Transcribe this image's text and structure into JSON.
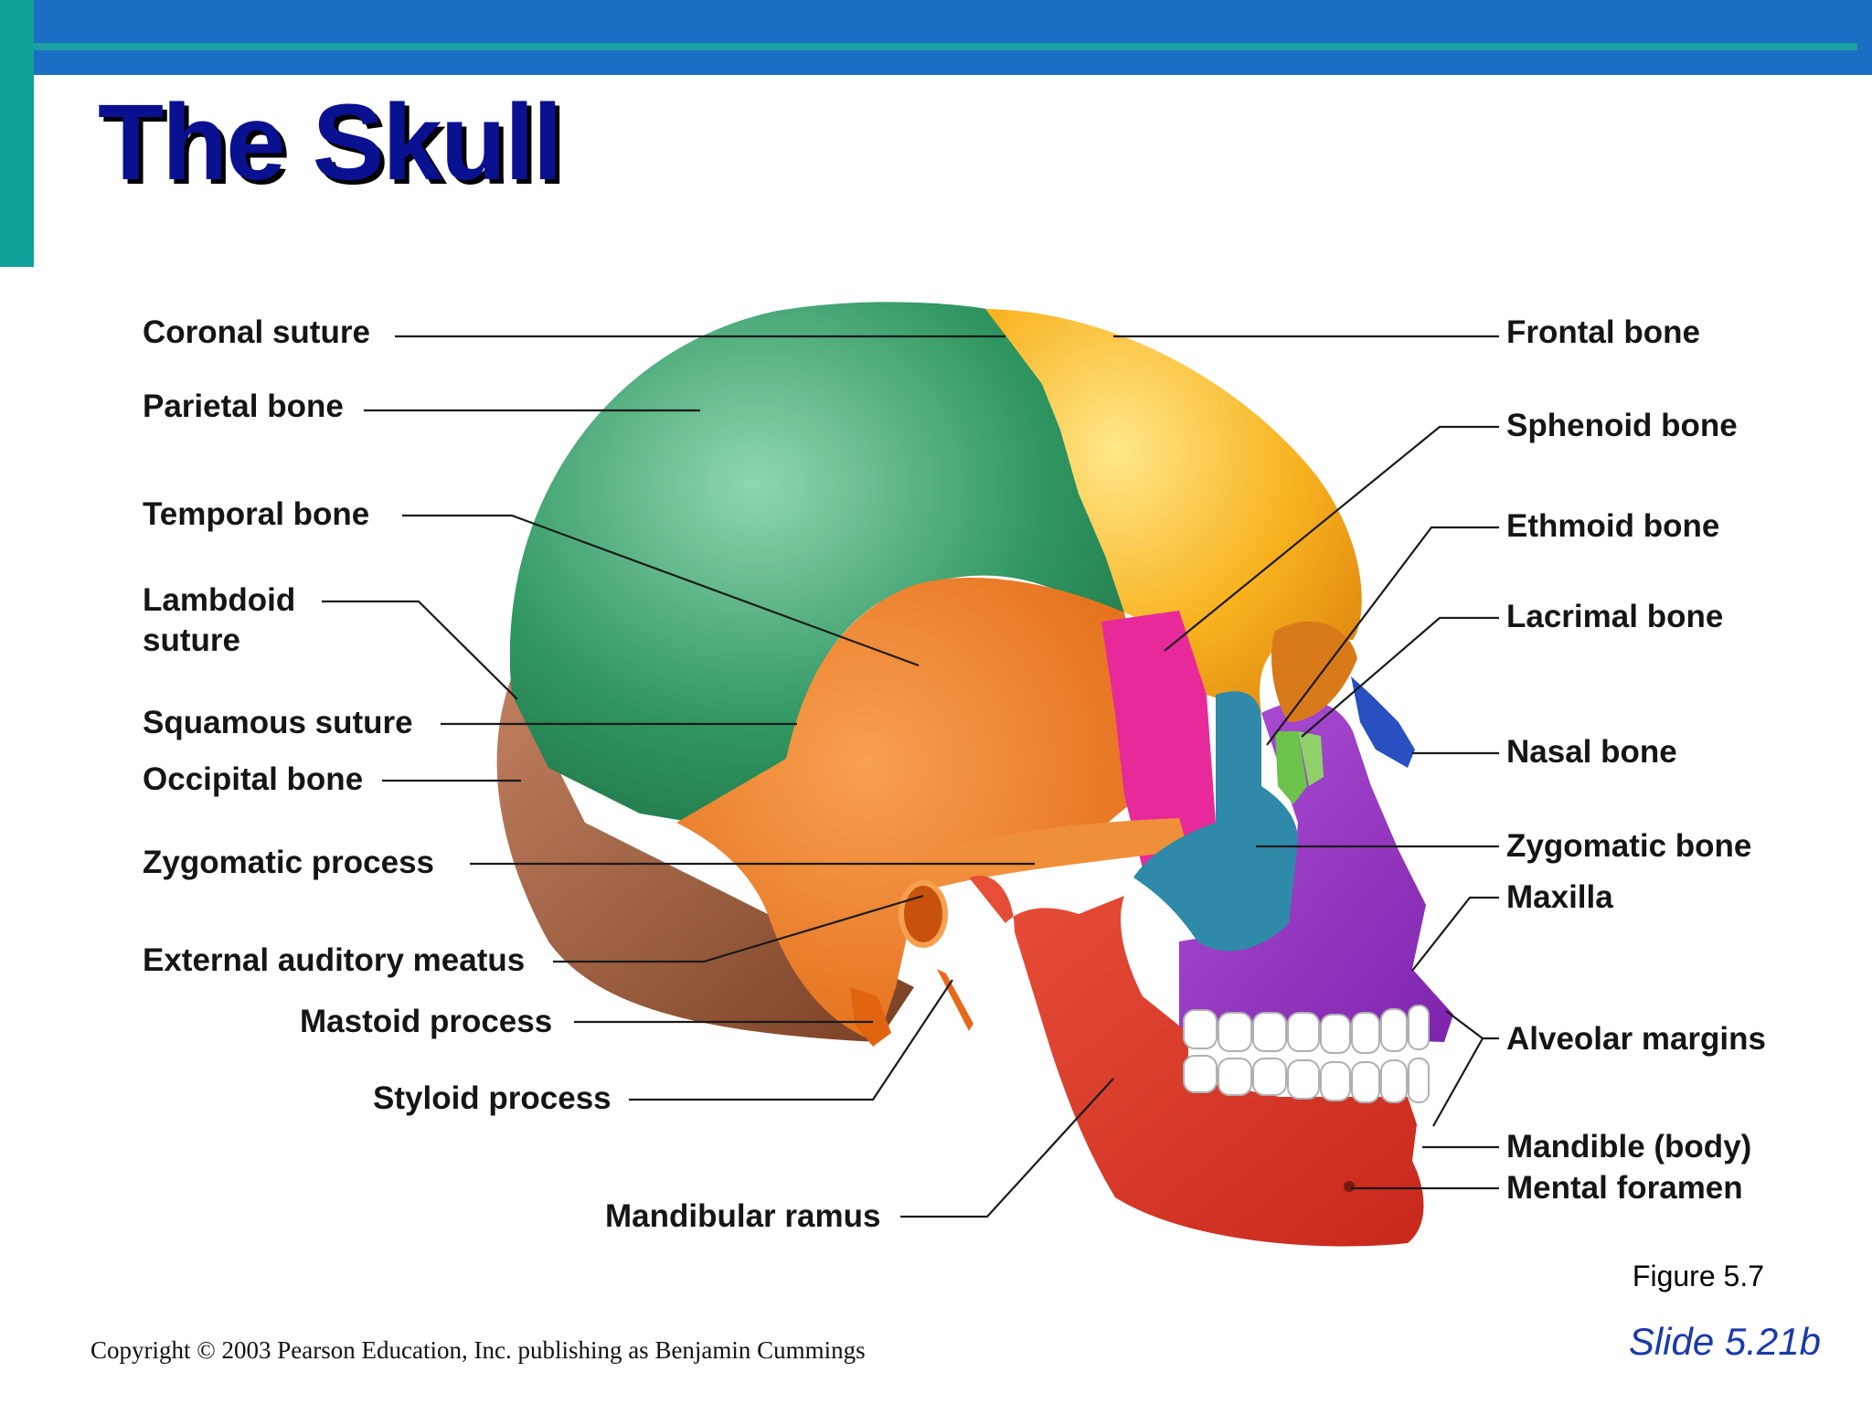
{
  "slide": {
    "title": "The Skull",
    "figure": "Figure 5.7",
    "copyright": "Copyright © 2003 Pearson Education, Inc. publishing as Benjamin Cummings",
    "slide_number": "Slide 5.21b"
  },
  "labels_left": {
    "coronal_suture": "Coronal suture",
    "parietal_bone": "Parietal bone",
    "temporal_bone": "Temporal bone",
    "lambdoid_line1": "Lambdoid",
    "lambdoid_line2": "suture",
    "squamous_suture": "Squamous suture",
    "occipital_bone": "Occipital bone",
    "zygomatic_process": "Zygomatic process",
    "external_auditory_meatus": "External auditory meatus",
    "mastoid_process": "Mastoid process",
    "styloid_process": "Styloid process",
    "mandibular_ramus": "Mandibular ramus"
  },
  "labels_right": {
    "frontal_bone": "Frontal bone",
    "sphenoid_bone": "Sphenoid bone",
    "ethmoid_bone": "Ethmoid bone",
    "lacrimal_bone": "Lacrimal bone",
    "nasal_bone": "Nasal bone",
    "zygomatic_bone": "Zygomatic bone",
    "maxilla": "Maxilla",
    "alveolar_margins": "Alveolar margins",
    "mandible_body": "Mandible (body)",
    "mental_foramen": "Mental foramen"
  },
  "colors": {
    "frontal": "#f8b21e",
    "parietal": "#2e9560",
    "temporal": "#ef7a22",
    "occipital": "#9a5a3a",
    "sphenoid": "#e8299a",
    "ethmoid": "#6cc24a",
    "lacrimal": "#8fd06a",
    "nasal": "#2850c0",
    "zygomatic": "#2e8aa8",
    "maxilla": "#9a36c8",
    "mandible": "#de3a2a",
    "teeth": "#ffffff",
    "title_color": "#0a1190",
    "header_bar": "#1a6fc4"
  }
}
